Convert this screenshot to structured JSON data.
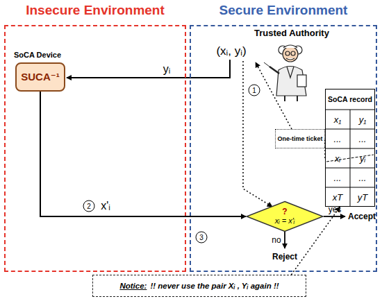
{
  "diagram": {
    "nodes": [
      {
        "text": [
          "Insecure Environment"
        ]
      },
      {
        "text": [
          "Secure Environment"
        ]
      },
      {
        "text": [
          "SoCA Device",
          "SUCA⁻¹"
        ],
        "in": 0
      },
      {
        "text": [
          "SoCA record"
        ],
        "in": 1
      },
      {
        "text": [
          "One-time ticket"
        ],
        "in": 1
      },
      {
        "text": [
          "?",
          "xᵢ = x'ᵢ"
        ],
        "in": 1
      },
      {
        "text": [
          "Notice:",
          "!! never use the pair Xᵢ , Yᵢ again !!"
        ]
      }
    ],
    "edges": [
      {
        "from": 2,
        "to": 5,
        "label": "x'ᵢ",
        "arrow": "to"
      },
      {
        "from": 3,
        "to": 4,
        "arrow": "none"
      },
      {
        "from": 6,
        "to": 3,
        "arrow": "to"
      }
    ],
    "labels": [
      "Trusted Authority",
      "(xᵢ, yᵢ)",
      "yᵢ",
      "1",
      "2",
      "3",
      "yes",
      "Accept",
      "no",
      "Reject",
      "x₁",
      "y₁",
      "...",
      "...",
      "xᵢ",
      "yᵢ",
      "...",
      "...",
      "xT",
      "yT"
    ]
  }
}
